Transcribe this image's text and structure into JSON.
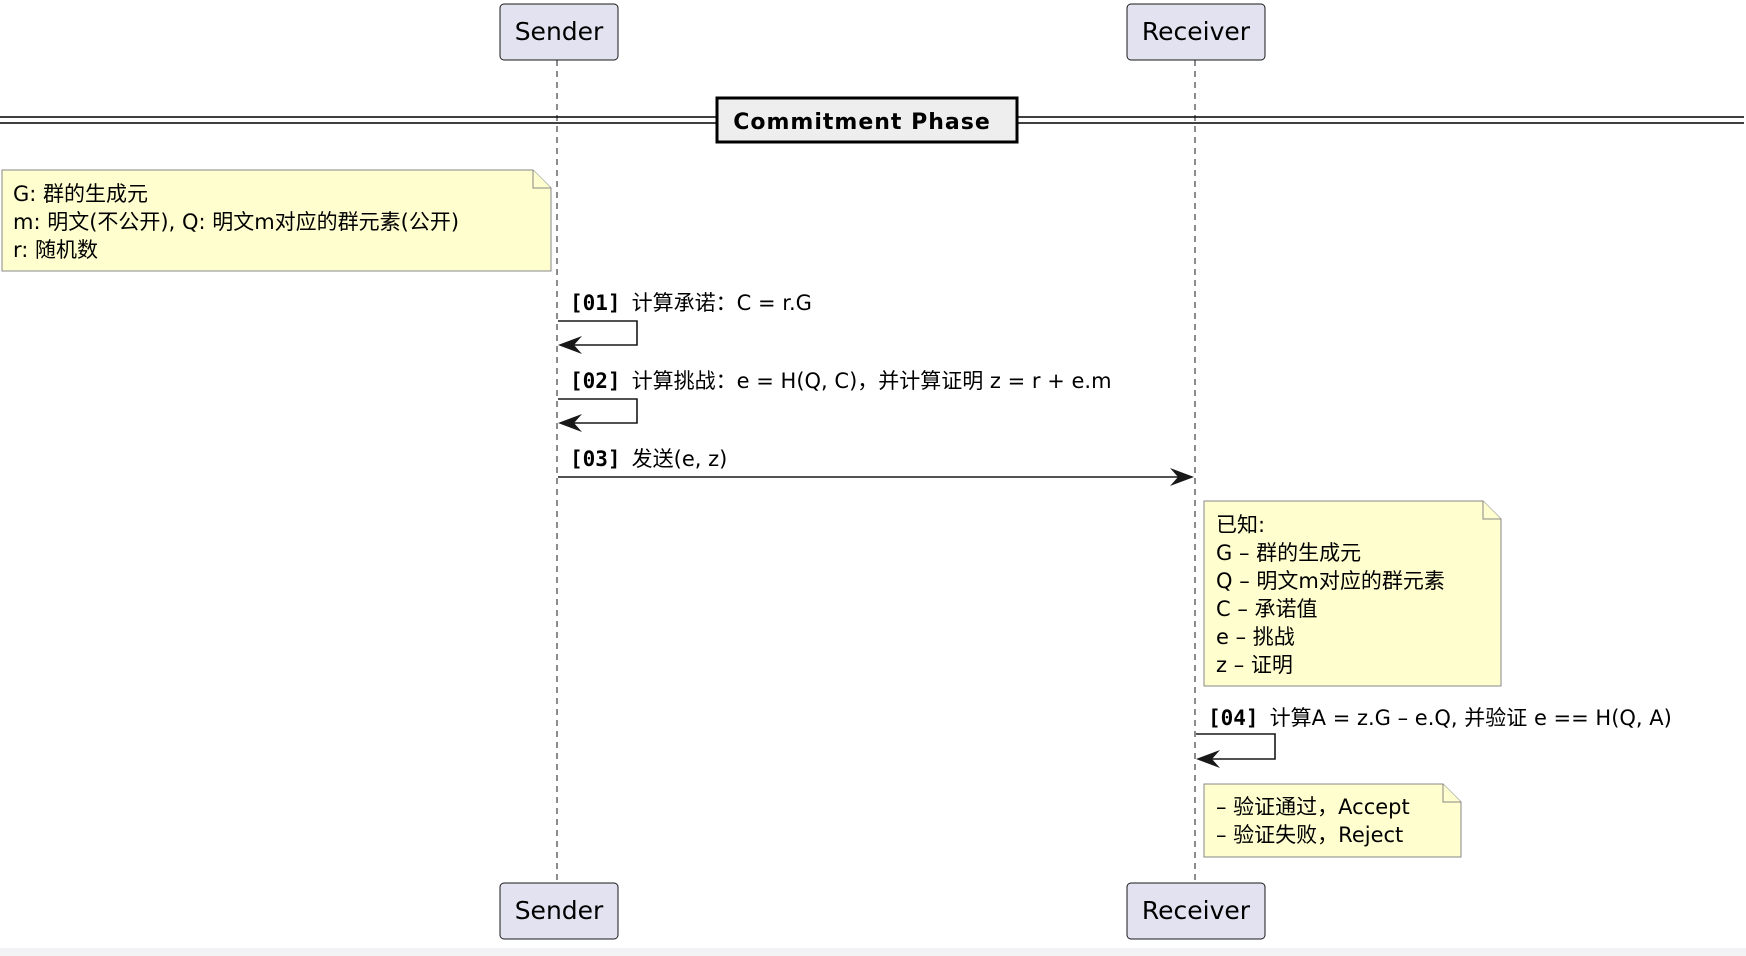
{
  "participants": {
    "sender": "Sender",
    "receiver": "Receiver"
  },
  "divider": {
    "label": "Commitment Phase"
  },
  "notes": {
    "sender_note": [
      "G: 群的生成元",
      "m: 明文(不公开), Q: 明文m对应的群元素(公开)",
      "r: 随机数"
    ],
    "receiver_known_note": [
      "已知:",
      "G – 群的生成元",
      "Q – 明文m对应的群元素",
      "C – 承诺值",
      "e – 挑战",
      "z – 证明"
    ],
    "result_note": [
      "– 验证通过，Accept",
      "– 验证失败，Reject"
    ]
  },
  "messages": [
    {
      "num": "[01]",
      "label": "计算承诺：C = r.G",
      "from": "sender",
      "to": "sender"
    },
    {
      "num": "[02]",
      "label": "计算挑战：e = H(Q, C)，并计算证明 z = r + e.m",
      "from": "sender",
      "to": "sender"
    },
    {
      "num": "[03]",
      "label": "发送(e, z)",
      "from": "sender",
      "to": "receiver"
    },
    {
      "num": "[04]",
      "label": "计算A = z.G – e.Q, 并验证 e == H(Q, A)",
      "from": "receiver",
      "to": "receiver"
    }
  ],
  "colors": {
    "participant_fill": "#e2e2f0",
    "note_fill": "#fefece",
    "divider_fill": "#eeeeee",
    "line": "#181818"
  }
}
